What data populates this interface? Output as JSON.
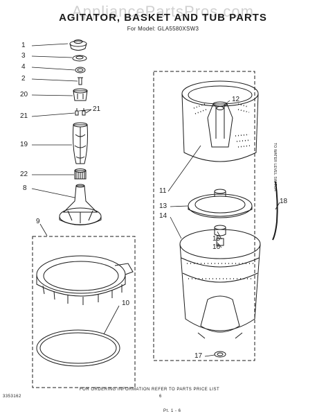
{
  "watermark": "AppliancePartsPros.com",
  "title": "AGITATOR, BASKET AND TUB PARTS",
  "model": "For Model: GLA5580XSW3",
  "water_level_label": "TO WATER LEVEL SWITCH",
  "footer_note": "FOR ORDERING INFORMATION REFER TO PARTS PRICE LIST",
  "doc_number": "3353162",
  "page_number": "6",
  "corner_mark": "Pt. 1 - 6",
  "callouts": {
    "c1": "1",
    "c3": "3",
    "c4": "4",
    "c2": "2",
    "c20": "20",
    "c21a": "21",
    "c21b": "21",
    "c19": "19",
    "c22": "22",
    "c8": "8",
    "c9": "9",
    "c10": "10",
    "c11": "11",
    "c12": "12",
    "c13": "13",
    "c14": "14",
    "c15": "15",
    "c16": "16",
    "c17": "17",
    "c18": "18"
  }
}
